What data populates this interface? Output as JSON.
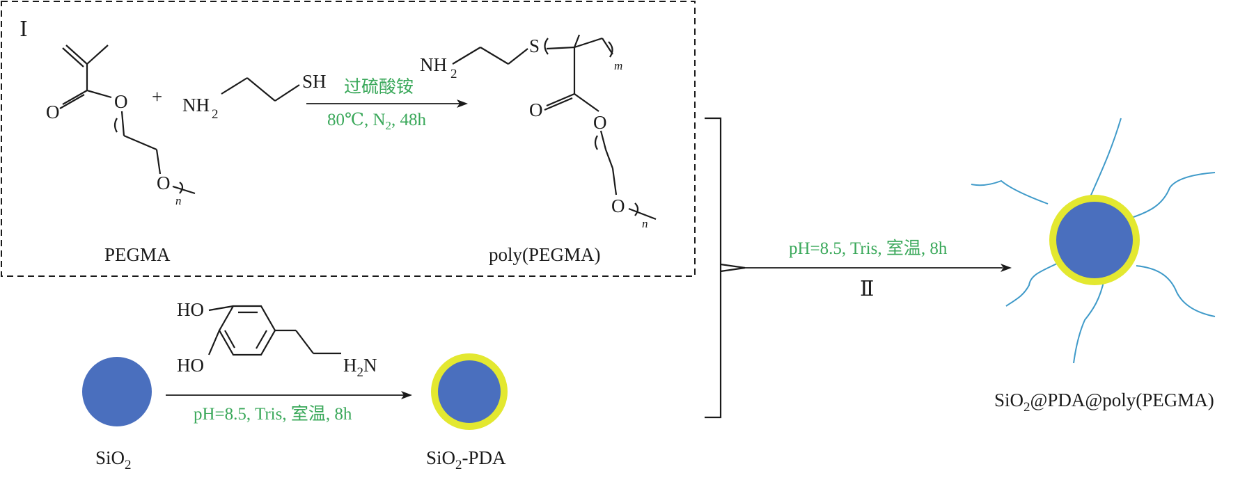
{
  "colors": {
    "condition_text": "#3aa85a",
    "particle_core": "#4a6fbe",
    "pda_shell": "#e3e830",
    "polymer_chain": "#3f9ac9",
    "line": "#1a1a1a"
  },
  "step_labels": {
    "step1": "Ⅰ",
    "step2": "Ⅱ"
  },
  "reaction1": {
    "reagent": "过硫酸铵",
    "conditions": {
      "temp": "80℃, N",
      "n2_sub": "2",
      "tail": ", 48h"
    },
    "plus": "+",
    "reactant_name": "PEGMA",
    "product_name": "poly(PEGMA)"
  },
  "reaction2": {
    "conditions": "pH=8.5, Tris, 室温, 8h",
    "reactant_name": {
      "main": "SiO",
      "sub": "2"
    },
    "product_name": {
      "main": "SiO",
      "sub": "2",
      "tail": "-PDA"
    }
  },
  "reaction3": {
    "conditions": "pH=8.5, Tris, 室温, 8h",
    "product_name": {
      "main": "SiO",
      "sub": "2",
      "tail": "@PDA@poly(PEGMA)"
    }
  },
  "atoms": {
    "O": "O",
    "S": "S",
    "SH": "SH",
    "NH": "NH",
    "H": "H",
    "N": "N",
    "HO": "HO",
    "sub2": "2",
    "n": "n",
    "m": "m"
  }
}
